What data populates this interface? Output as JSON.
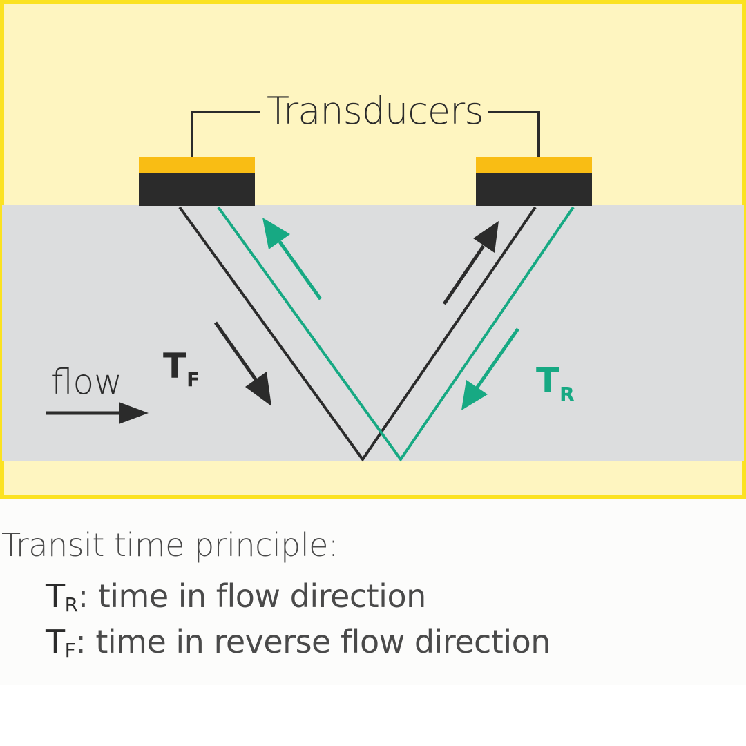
{
  "diagram": {
    "transducers_label": "Transducers",
    "flow_label": "flow",
    "tf_symbol": "T",
    "tf_subscript": "F",
    "tr_symbol": "T",
    "tr_subscript": "R"
  },
  "caption": {
    "title": "Transit time principle:",
    "tr_line": {
      "symbol": "T",
      "subscript": "R",
      "text": ": time in flow direction"
    },
    "tf_line": {
      "symbol": "T",
      "subscript": "F",
      "text": ": time in reverse flow direction"
    }
  },
  "colors": {
    "frame_border": "#fbe221",
    "frame_fill": "#fef5c0",
    "pipe_fill": "#dcddde",
    "transducer_top": "#f9bd14",
    "transducer_body": "#2b2b2b",
    "forward_path": "#2b2b2b",
    "reverse_path": "#17a983"
  }
}
